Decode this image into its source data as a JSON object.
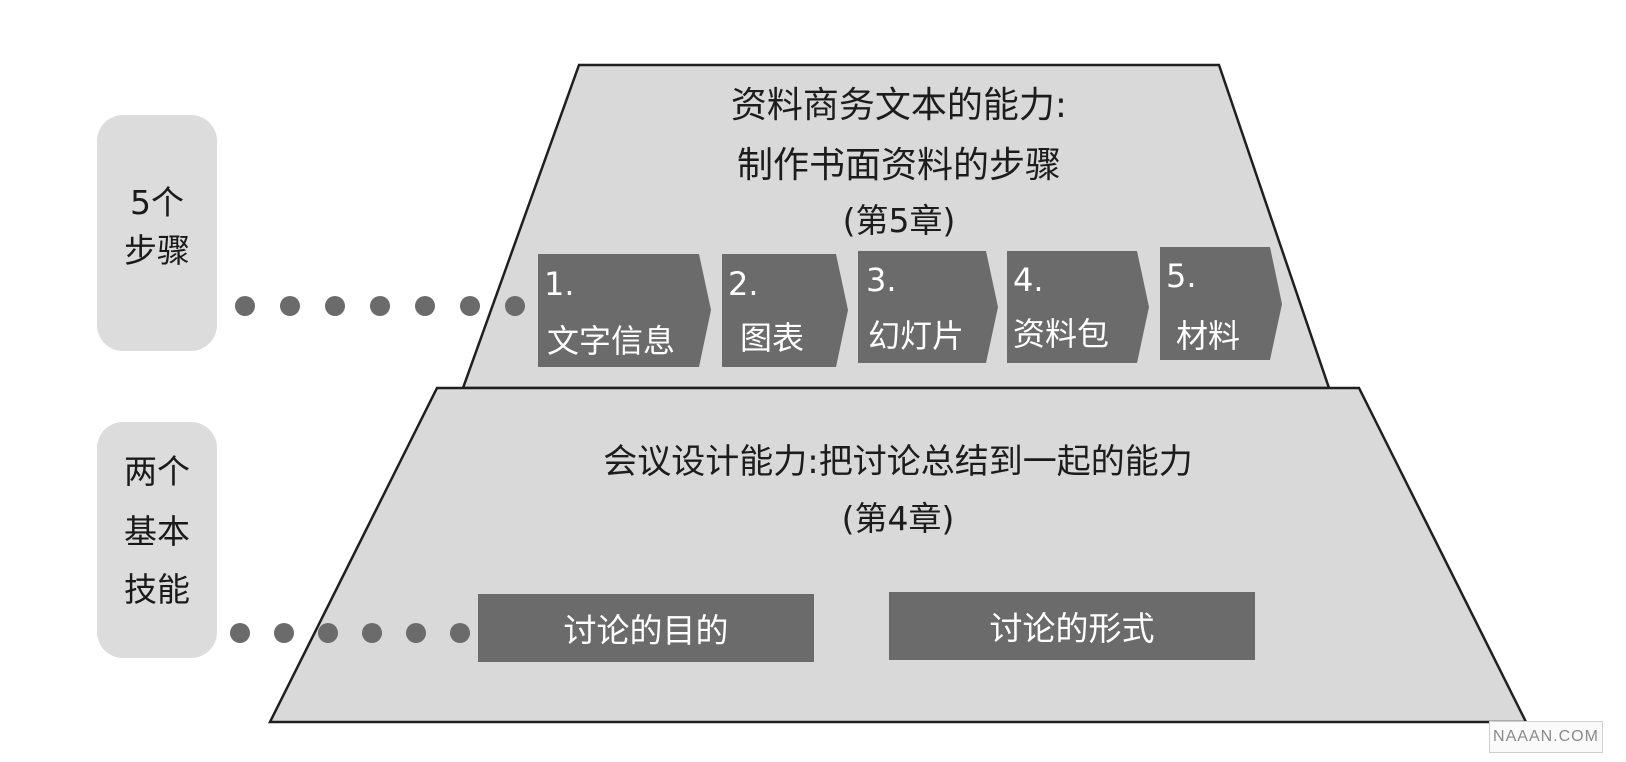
{
  "side_labels": {
    "steps": {
      "line1": "5个",
      "line2": "步骤"
    },
    "skills": {
      "line1": "两个",
      "line2": "基本",
      "line3": "技能"
    }
  },
  "top_tier": {
    "title_line1": "资料商务文本的能力:",
    "title_line2": "制作书面资料的步骤",
    "chapter": "(第5章)",
    "steps": [
      {
        "num": "1.",
        "label": "文字信息"
      },
      {
        "num": "2.",
        "label": "图表"
      },
      {
        "num": "3.",
        "label": "幻灯片"
      },
      {
        "num": "4.",
        "label": "资料包"
      },
      {
        "num": "5.",
        "label": "材料"
      }
    ]
  },
  "bottom_tier": {
    "title": "会议设计能力:把讨论总结到一起的能力",
    "chapter": "(第4章)",
    "skills": [
      {
        "label": "讨论的目的"
      },
      {
        "label": "讨论的形式"
      }
    ]
  },
  "watermark": "NAAAN.COM",
  "colors": {
    "tier_fill": "#d9d9d9",
    "tier_stroke": "#1f1f1f",
    "box_fill": "#6b6b6b",
    "dot": "#6b6b6b",
    "side_label_bg": "#dcdcdc"
  }
}
